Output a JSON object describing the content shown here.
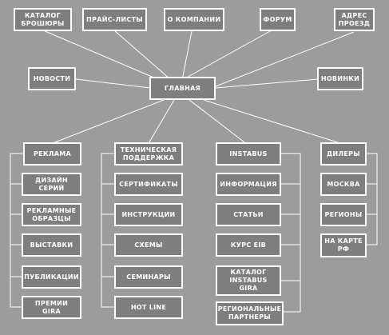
{
  "nav": {
    "catalog": "КАТАЛОГ\nБРОШЮРЫ",
    "prices": "ПРАЙС-ЛИСТЫ",
    "about": "О КОМПАНИИ",
    "forum": "ФОРУМ",
    "address": "АДРЕС\nПРОЕЗД",
    "news": "НОВОСТИ",
    "home": "ГЛАВНАЯ",
    "new_items": "НОВИНКИ"
  },
  "advertising": {
    "head": "РЕКЛАМА",
    "items": [
      "ДИЗАЙН\nСЕРИЙ",
      "РЕКЛАМНЫЕ\nОБРАЗЦЫ",
      "ВЫСТАВКИ",
      "ПУБЛИКАЦИИ",
      "ПРЕМИИ\nGIRA"
    ]
  },
  "support": {
    "head": "ТЕХНИЧЕСКАЯ\nПОДДЕРЖКА",
    "items": [
      "СЕРТИФИКАТЫ",
      "ИНСТРУКЦИИ",
      "СХЕМЫ",
      "СЕМИНАРЫ",
      "HOT LINE"
    ]
  },
  "instabus": {
    "head": "INSTABUS",
    "items": [
      "ИНФОРМАЦИЯ",
      "СТАТЬИ",
      "КУРС EIB",
      "КАТАЛОГ\nINSTABUS\nGIRA",
      "РЕГИОНАЛЬНЫЕ\nПАРТНЕРЫ"
    ]
  },
  "dealers": {
    "head": "ДИЛЕРЫ",
    "items": [
      "МОСКВА",
      "РЕГИОНЫ",
      "НА КАРТЕ\nРФ"
    ]
  }
}
